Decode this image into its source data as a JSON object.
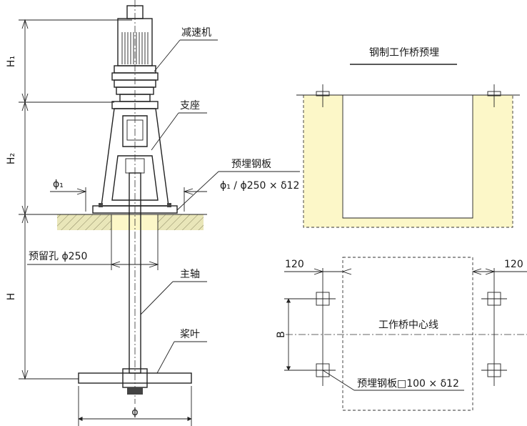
{
  "labels": {
    "reducer": "减速机",
    "support": "支座",
    "embedded_plate": "预埋钢板",
    "embedded_plate_spec": "ϕ₁ / ϕ250 × δ12",
    "phi1": "ϕ₁",
    "reserved_hole": "预留孔 ϕ250",
    "main_shaft": "主轴",
    "paddle": "桨叶",
    "phi": "ϕ",
    "h1": "H₁",
    "h2": "H₂",
    "h": "H"
  },
  "bridge_section": {
    "title": "钢制工作桥预埋"
  },
  "plan_view": {
    "dim_left": "120",
    "dim_right": "120",
    "dim_b": "B",
    "center_line": "工作桥中心线",
    "plate_spec": "预埋钢板□100 × δ12"
  },
  "colors": {
    "concrete": "#fcf7c8",
    "hatch_ground": "#e9e6b9",
    "plate_fill": "#f2d3e2",
    "line": "#222222"
  }
}
